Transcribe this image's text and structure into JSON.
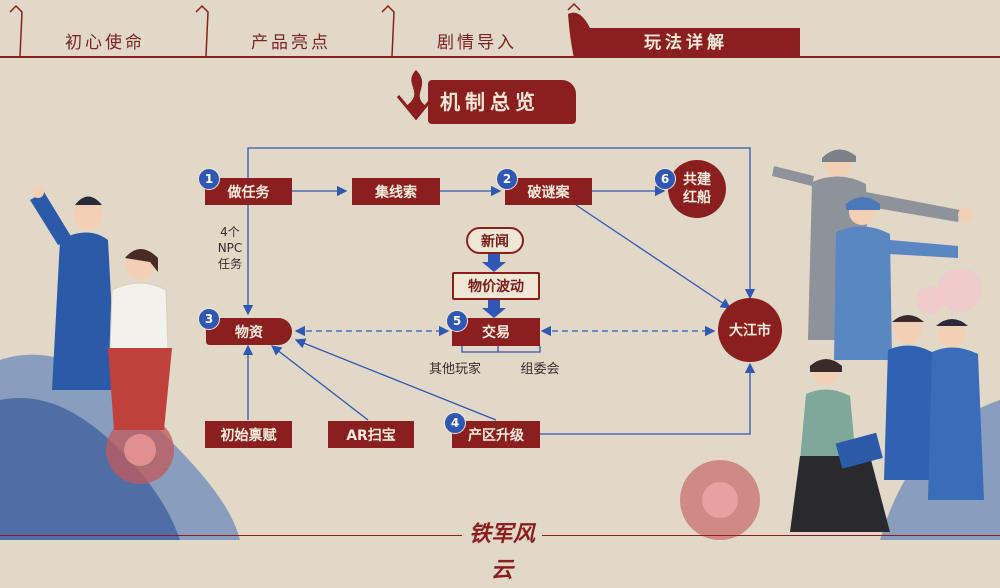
{
  "tabs": [
    {
      "label": "初心使命",
      "active": false
    },
    {
      "label": "产品亮点",
      "active": false
    },
    {
      "label": "剧情导入",
      "active": false
    },
    {
      "label": "玩法详解",
      "active": true
    }
  ],
  "section_title": "机制总览",
  "nodes": {
    "do_task": {
      "label": "做任务",
      "badge": "1"
    },
    "collect_clues": {
      "label": "集线索"
    },
    "solve_case": {
      "label": "破谜案",
      "badge": "2"
    },
    "build_ship": {
      "label_line1": "共建",
      "label_line2": "红船",
      "badge": "6"
    },
    "news": {
      "label": "新闻"
    },
    "price_wave": {
      "label": "物价波动"
    },
    "materials": {
      "label": "物资",
      "badge": "3"
    },
    "trade": {
      "label": "交易",
      "badge": "5"
    },
    "dajiang_city": {
      "label": "大江市"
    },
    "initial_talent": {
      "label": "初始禀赋"
    },
    "ar_treasure": {
      "label": "AR扫宝"
    },
    "zone_upgrade": {
      "label": "产区升级",
      "badge": "4"
    }
  },
  "labels": {
    "npc_task_line1": "4个",
    "npc_task_line2": "NPC",
    "npc_task_line3": "任务",
    "other_players": "其他玩家",
    "committee": "组委会"
  },
  "logo_text": "铁军风云",
  "colors": {
    "accent": "#8b1f1f",
    "background": "#e2d8c8",
    "arrow": "#2f57b3"
  }
}
